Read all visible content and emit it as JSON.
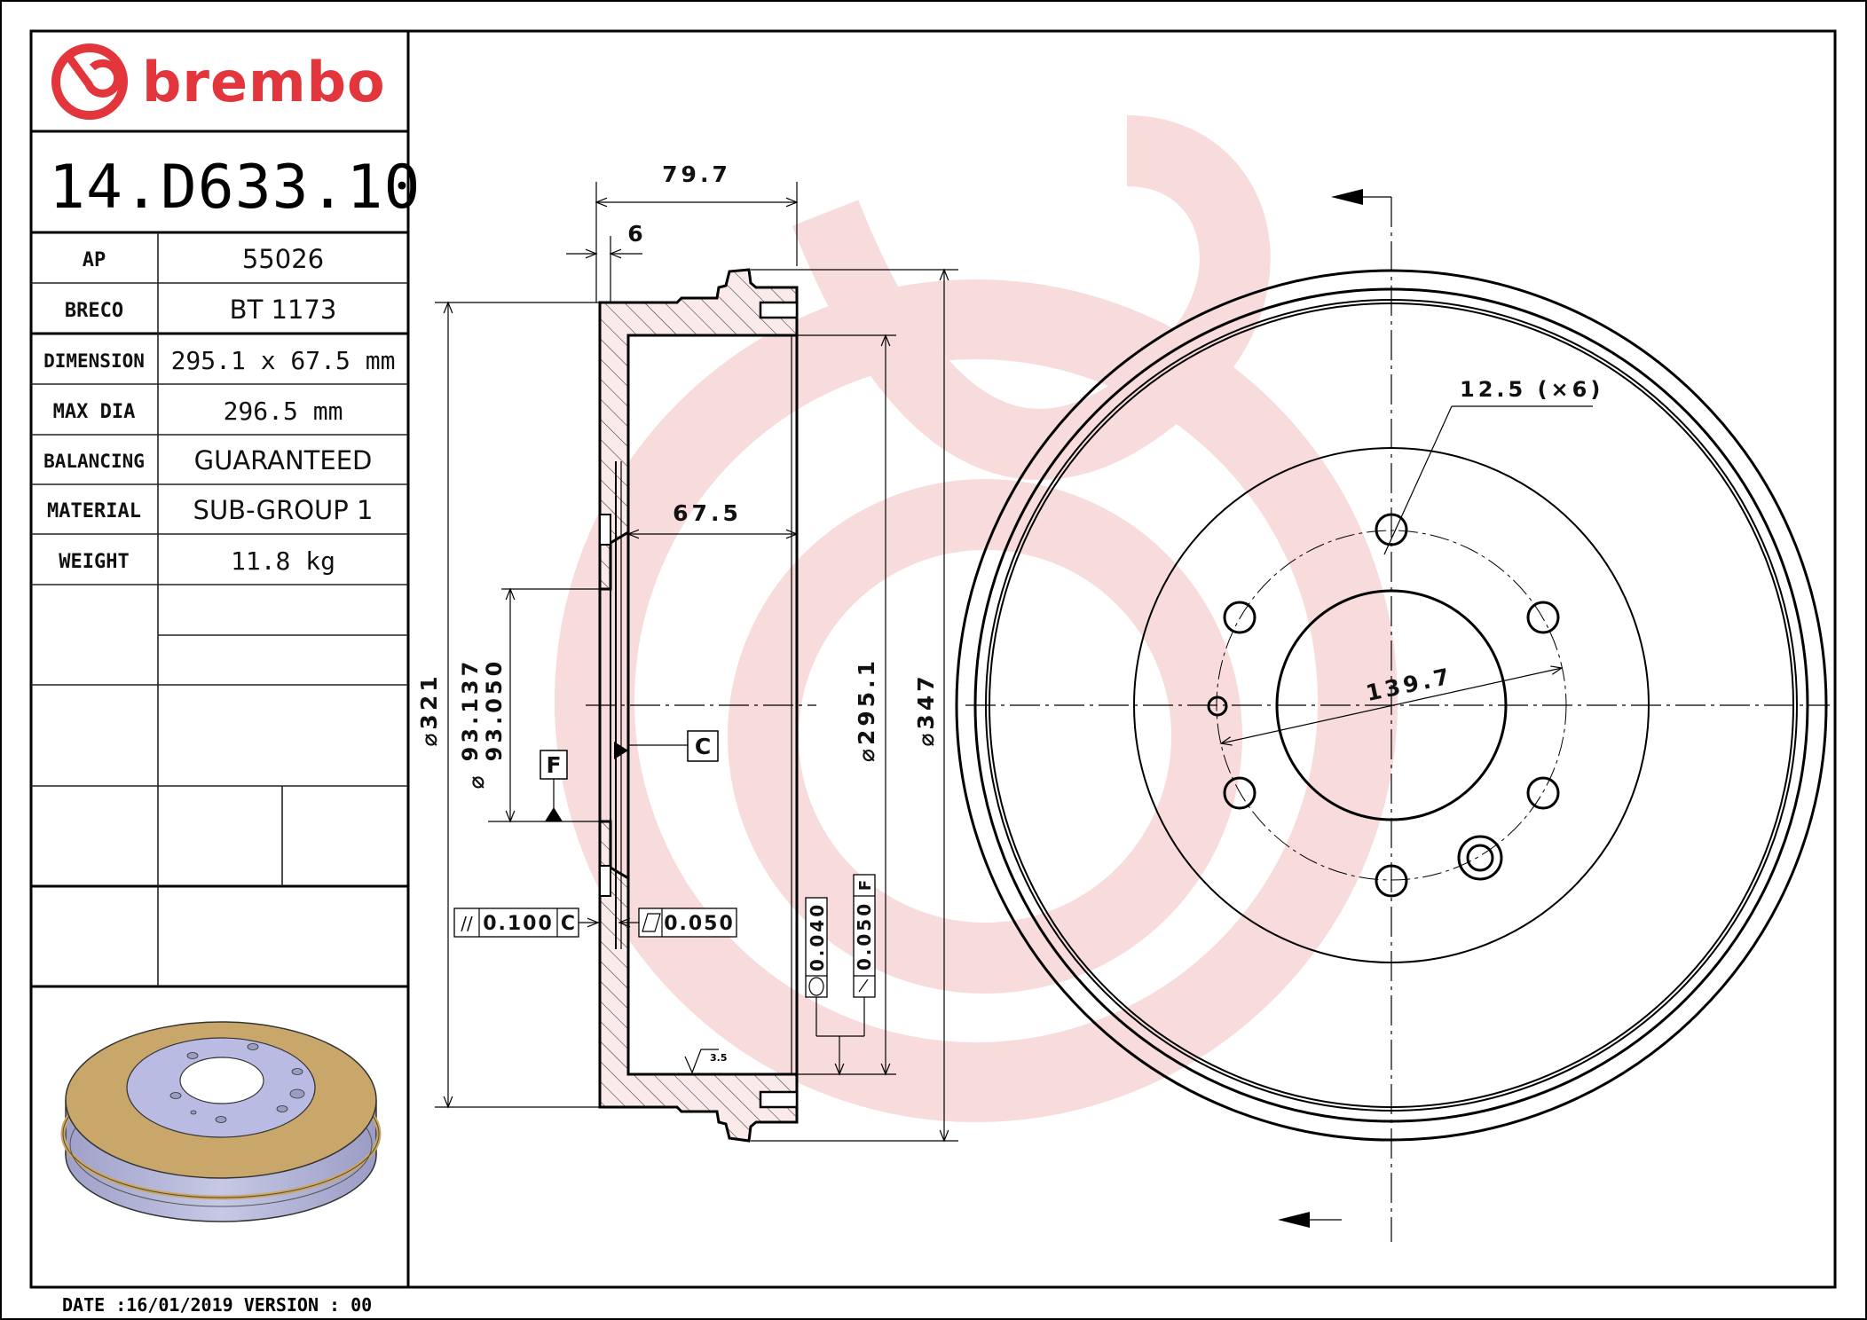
{
  "brand": {
    "name": "brembo",
    "color": "#e2363c",
    "watermark_color": "#f7dcdc"
  },
  "title_block": {
    "part_number": "14.D633.10",
    "rows": [
      {
        "label": "AP",
        "value": "55026"
      },
      {
        "label": "BRECO",
        "value": "BT 1173"
      },
      {
        "label": "DIMENSION",
        "value": "295.1 x 67.5 mm"
      },
      {
        "label": "MAX DIA",
        "value": "296.5 mm"
      },
      {
        "label": "BALANCING",
        "value": "GUARANTEED"
      },
      {
        "label": "MATERIAL",
        "value": "SUB-GROUP 1"
      },
      {
        "label": "WEIGHT",
        "value": "11.8 kg"
      }
    ]
  },
  "footer": {
    "date_text": "DATE :16/01/2019 VERSION : 00"
  },
  "section_view": {
    "overall_width": "79.7",
    "flange_thickness": "6",
    "braking_width": "67.5",
    "dia_321": "⌀321",
    "dia_bore_upper": "93.137",
    "dia_bore_lower": "93.050",
    "dia_bore_symbol": "⌀",
    "dia_295": "⌀295.1",
    "dia_347": "⌀347",
    "datum_c": "C",
    "datum_f": "F",
    "tol_parallel": {
      "symbol": "//",
      "value": "0.100",
      "datum": "C"
    },
    "tol_flatness": {
      "symbol": "▱",
      "value": "0.050"
    },
    "tol_circularity": {
      "symbol": "○",
      "value": "0.040"
    },
    "tol_runout": {
      "symbol": "↗",
      "value": "0.050",
      "datum": "F"
    },
    "roughness": "3.5"
  },
  "front_view": {
    "hole_callout": "12.5 (×6)",
    "pcd": "139.7"
  },
  "product_image": {
    "caption": "3D view of brake drum",
    "face_color": "#c9a76a",
    "body_color": "#b4b6d8"
  }
}
